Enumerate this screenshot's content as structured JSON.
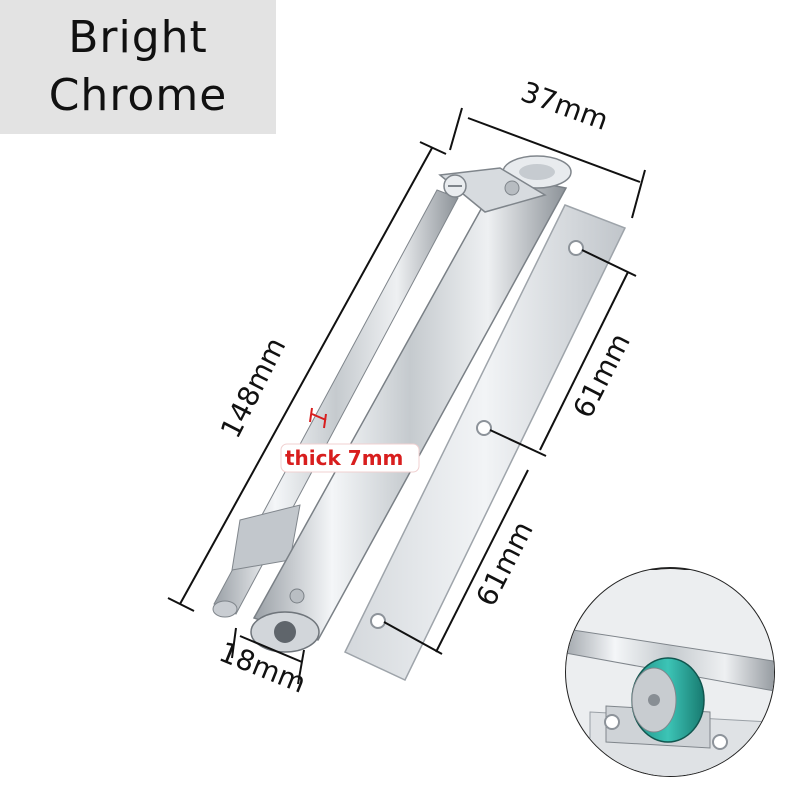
{
  "label": {
    "line1": "Bright",
    "line2": "Chrome"
  },
  "dimensions": {
    "width": "37mm",
    "length": "148mm",
    "spacing_upper": "61mm",
    "spacing_lower": "61mm",
    "base": "18mm",
    "thickness": "thick 7mm"
  },
  "colors": {
    "label_bg": "#e3e3e3",
    "thickness_text": "#d81e1e",
    "roller": "#2aa79a"
  }
}
